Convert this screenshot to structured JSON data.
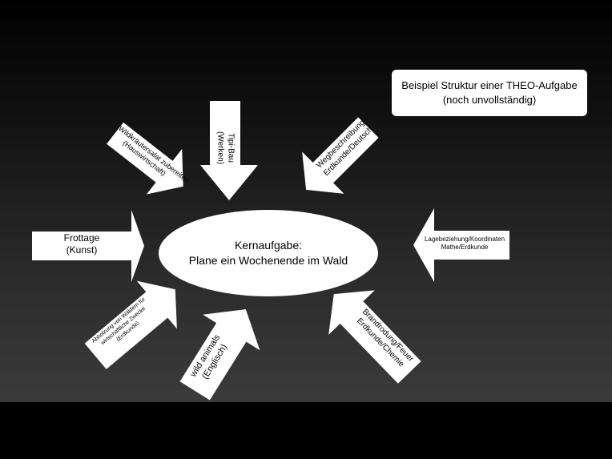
{
  "slide": {
    "title_box": {
      "line1": "Beispiel Struktur einer THEO-Aufgabe",
      "line2": "(noch unvollständig)"
    },
    "core_task": {
      "line1": "Kernaufgabe:",
      "line2": "Plane ein Wochenende im Wald"
    },
    "arrows": {
      "frottage": {
        "line1": "Frottage",
        "line2": "(Kunst)"
      },
      "wildkraeuter": {
        "line1": "Wildkräutersalat zubereiten",
        "line2": "(Hauswirtschaft)"
      },
      "tipi": {
        "line1": "Tipi-Bau",
        "line2": "(Werken)"
      },
      "wegbeschreibung": {
        "line1": "Wegbeschreibung",
        "line2": "Erdkunde/Deutsch"
      },
      "lagebeziehung": {
        "line1": "Lagebeziehung/Koordinaten",
        "line2": "Mathe/Erdkunde"
      },
      "brandrodung": {
        "line1": "Brandrodung/Feuer",
        "line2": "Erdkunde/Chemie"
      },
      "wild_animals": {
        "line1": "wild animals",
        "line2": "(Englisch)"
      },
      "abholzung": {
        "line1": "Abholzung von Wäldern für",
        "line2": "wirtschaftliche Zwecke",
        "line3": "(Erdkunde)"
      }
    }
  },
  "colors": {
    "background_top": "#000000",
    "background_bottom": "#3b3b3b",
    "shape_fill": "#ffffff",
    "text": "#000000"
  }
}
